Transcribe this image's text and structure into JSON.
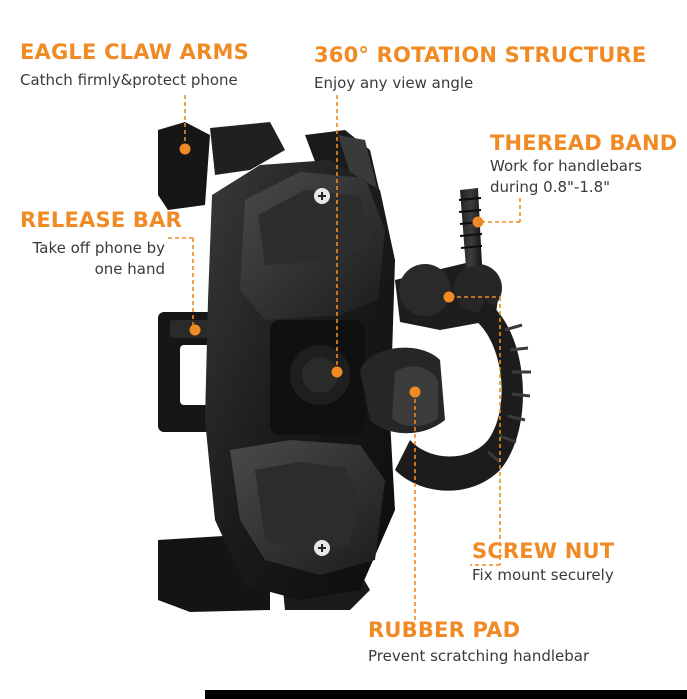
{
  "features": {
    "eagle_claw": {
      "title": "EAGLE CLAW ARMS",
      "desc": [
        "Cathch firmly&protect phone"
      ]
    },
    "rotation": {
      "title": "360° ROTATION STRUCTURE",
      "desc": [
        "Enjoy any view angle"
      ]
    },
    "thread_band": {
      "title": "THEREAD BAND",
      "desc": [
        "Work for handlebars",
        "during 0.8\"-1.8\""
      ]
    },
    "release_bar": {
      "title": "RELEASE BAR",
      "desc": [
        "Take off phone by",
        "one hand"
      ]
    },
    "screw_nut": {
      "title": "SCREW NUT",
      "desc": [
        "Fix mount securely"
      ]
    },
    "rubber_pad": {
      "title": "RUBBER PAD",
      "desc": [
        "Prevent scratching handlebar"
      ]
    }
  },
  "colors": {
    "accent": "#f08a24",
    "text": "#3a3a3a",
    "product": "#151515"
  }
}
